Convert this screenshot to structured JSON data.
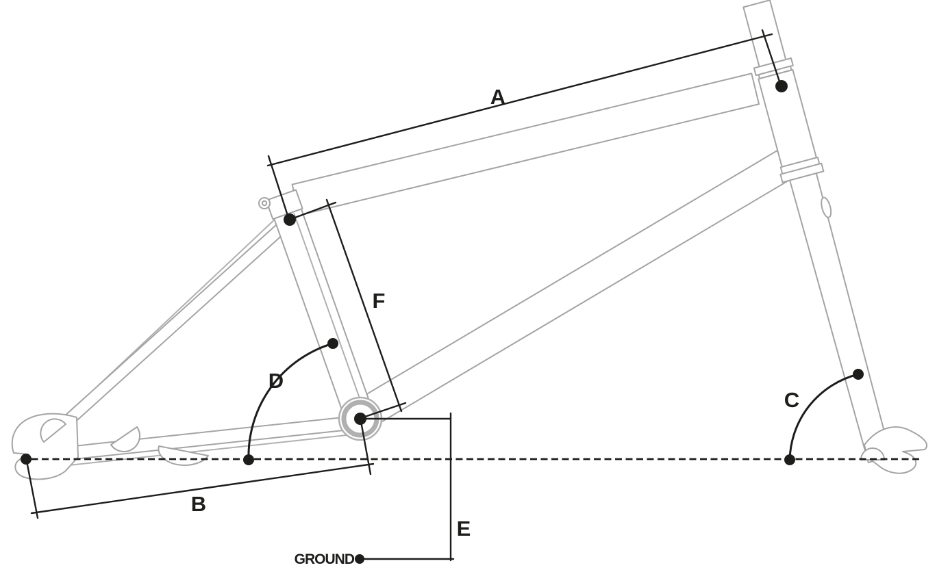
{
  "diagram": {
    "description": "BMX bicycle frame geometry diagram",
    "dimension_labels": {
      "a": "A",
      "b": "B",
      "c": "C",
      "d": "D",
      "e": "E",
      "f": "F"
    },
    "ground_label": "GROUND",
    "colors": {
      "background": "#ffffff",
      "frame_outline": "#a4a4a4",
      "bottom_bracket_ring": "#b0b0b0",
      "dimension_ink": "#1d1d1b"
    }
  }
}
